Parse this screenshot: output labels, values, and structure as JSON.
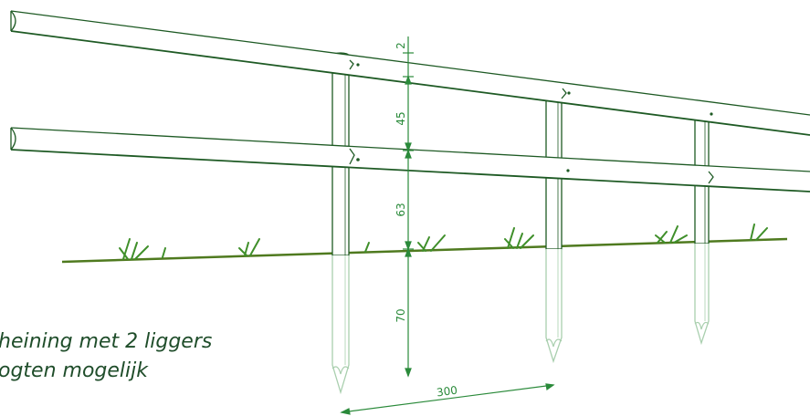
{
  "colors": {
    "line": "#1e5a24",
    "dimension": "#2a8a3a",
    "ground": "#4f7a1f",
    "grass": "#3f8f2a",
    "post_below_ground": "#a9cfae",
    "caption": "#1f4d2a"
  },
  "dimensions": {
    "top_gap": "2",
    "between_rails": "45",
    "rail_to_ground": "63",
    "below_ground": "70",
    "post_spacing": "300"
  },
  "caption": {
    "line1": "heining met 2 liggers",
    "line2": "ogten mogelijk"
  }
}
